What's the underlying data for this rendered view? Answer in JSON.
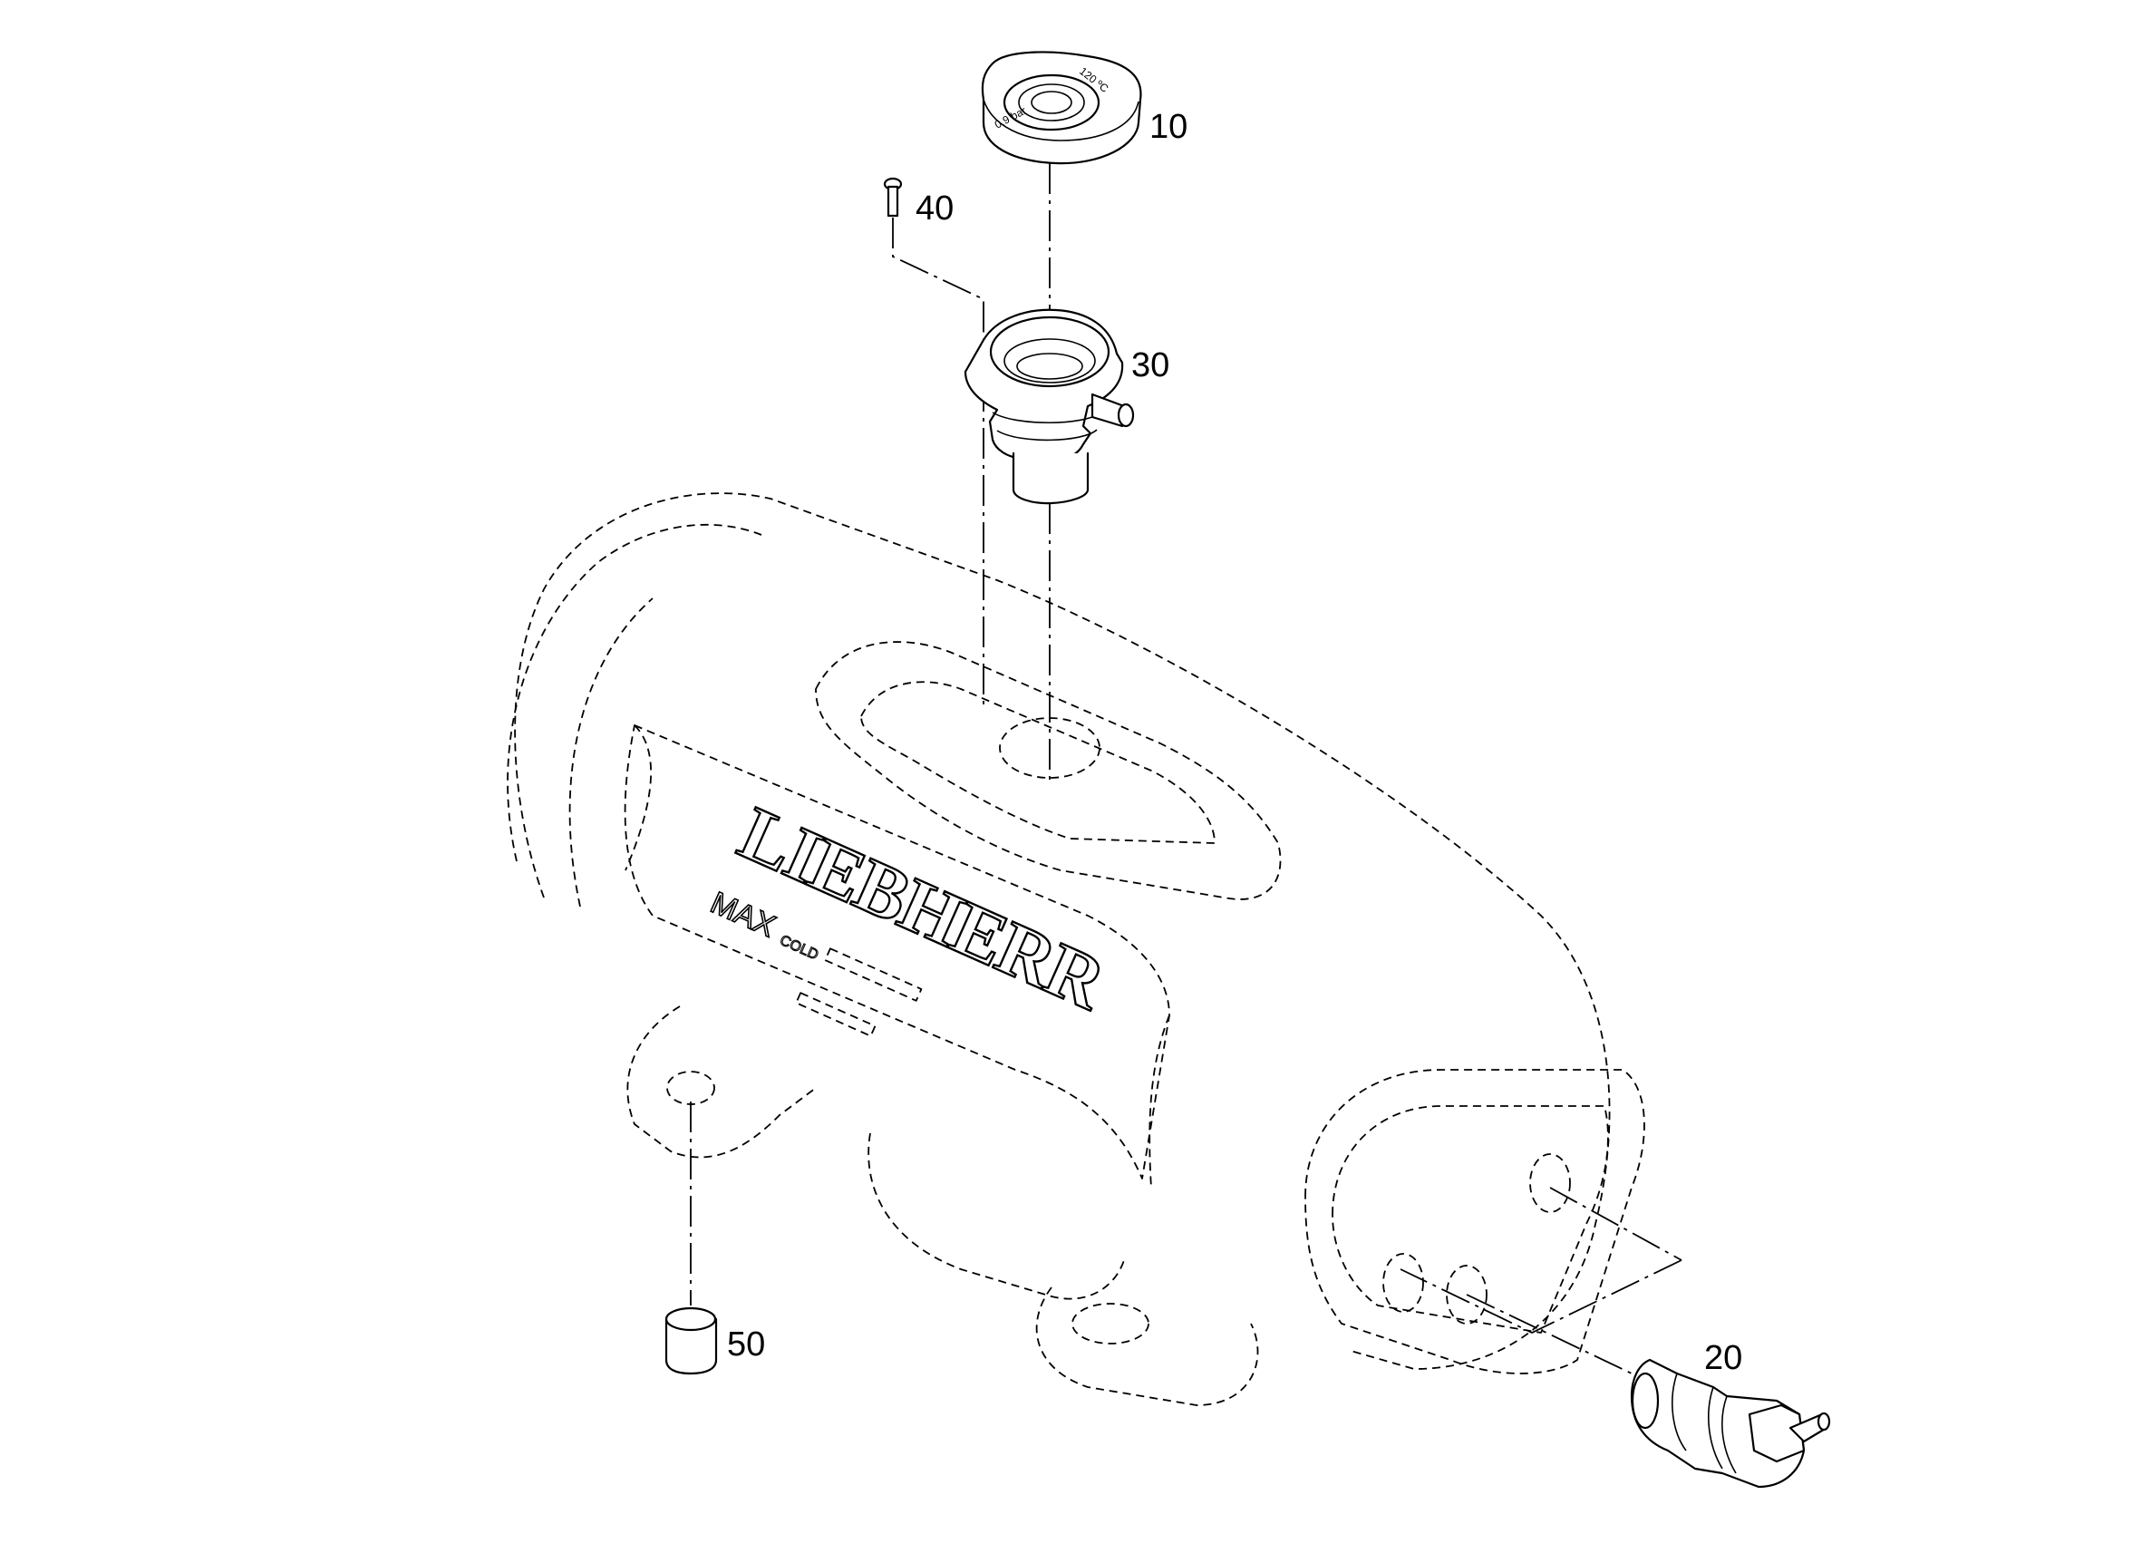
{
  "diagram": {
    "callouts": {
      "p10": "10",
      "p20": "20",
      "p30": "30",
      "p40": "40",
      "p50": "50"
    },
    "tank": {
      "brand": "LIEBHERR",
      "model_a": "MAX",
      "model_b": "COLD"
    },
    "cap_markings": {
      "left": "0.9 bar",
      "right": "120 ºC"
    }
  }
}
